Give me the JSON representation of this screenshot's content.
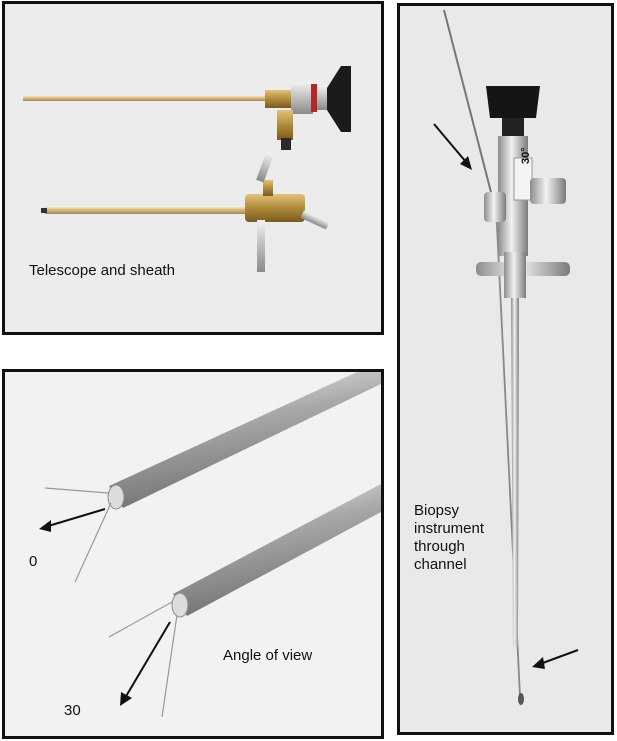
{
  "panels": {
    "telescope": {
      "caption": "Telescope and sheath"
    },
    "angle": {
      "caption": "Angle of view",
      "marker_zero": "0",
      "marker_thirty": "30"
    },
    "biopsy": {
      "caption_lines": [
        "Biopsy",
        "instrument",
        "through",
        "channel"
      ],
      "scope_angle_label": "30°"
    }
  },
  "colors": {
    "border": "#111111",
    "panel_bg": "#ececec",
    "steel": "#b9b9b9",
    "brass": "#b08a3a",
    "eyepiece": "#1a1a1a"
  }
}
